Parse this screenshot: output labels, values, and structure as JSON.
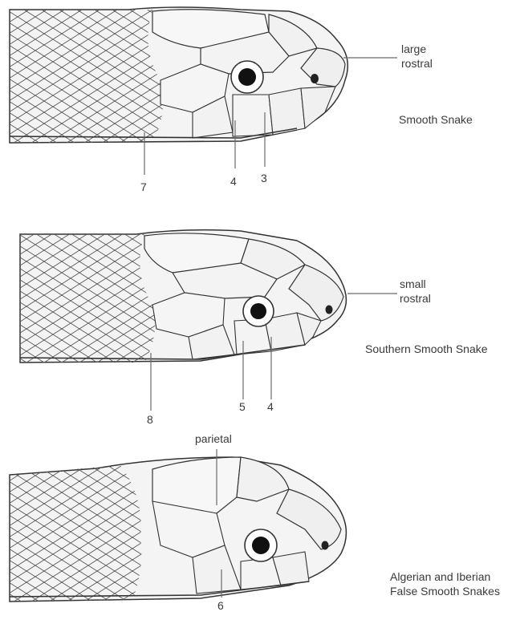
{
  "panels": [
    {
      "species": "Smooth Snake",
      "rostral_label": "large\nrostral",
      "numbers": [
        "7",
        "4",
        "3"
      ]
    },
    {
      "species": "Southern Smooth Snake",
      "rostral_label": "small\nrostral",
      "numbers": [
        "8",
        "5",
        "4"
      ]
    },
    {
      "species": "Algerian and Iberian\nFalse Smooth Snakes",
      "top_label": "parietal",
      "numbers": [
        "6"
      ]
    }
  ]
}
